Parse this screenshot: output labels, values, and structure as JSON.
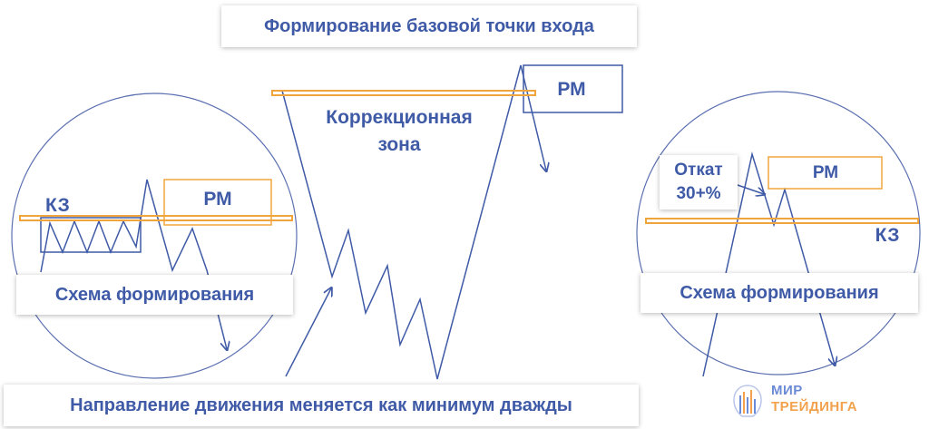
{
  "colors": {
    "blue": "#3f5aa6",
    "orange": "#f0a53c",
    "circle": "#5a6fb0"
  },
  "top_title": "Формирование базовой точки входа",
  "center": {
    "correction_zone_line1": "Коррекционная",
    "correction_zone_line2": "зона",
    "rm_label": "РМ"
  },
  "left_scheme": {
    "kz_label": "КЗ",
    "rm_label": "РМ",
    "caption": "Схема формирования"
  },
  "right_scheme": {
    "pullback_line1": "Откат",
    "pullback_line2": "30+%",
    "rm_label": "РМ",
    "kz_label": "КЗ",
    "caption": "Схема формирования"
  },
  "bottom_caption": "Направление движения меняется как минимум дважды",
  "logo": {
    "line1": "МИР",
    "line2": "ТРЕЙДИНГА"
  }
}
